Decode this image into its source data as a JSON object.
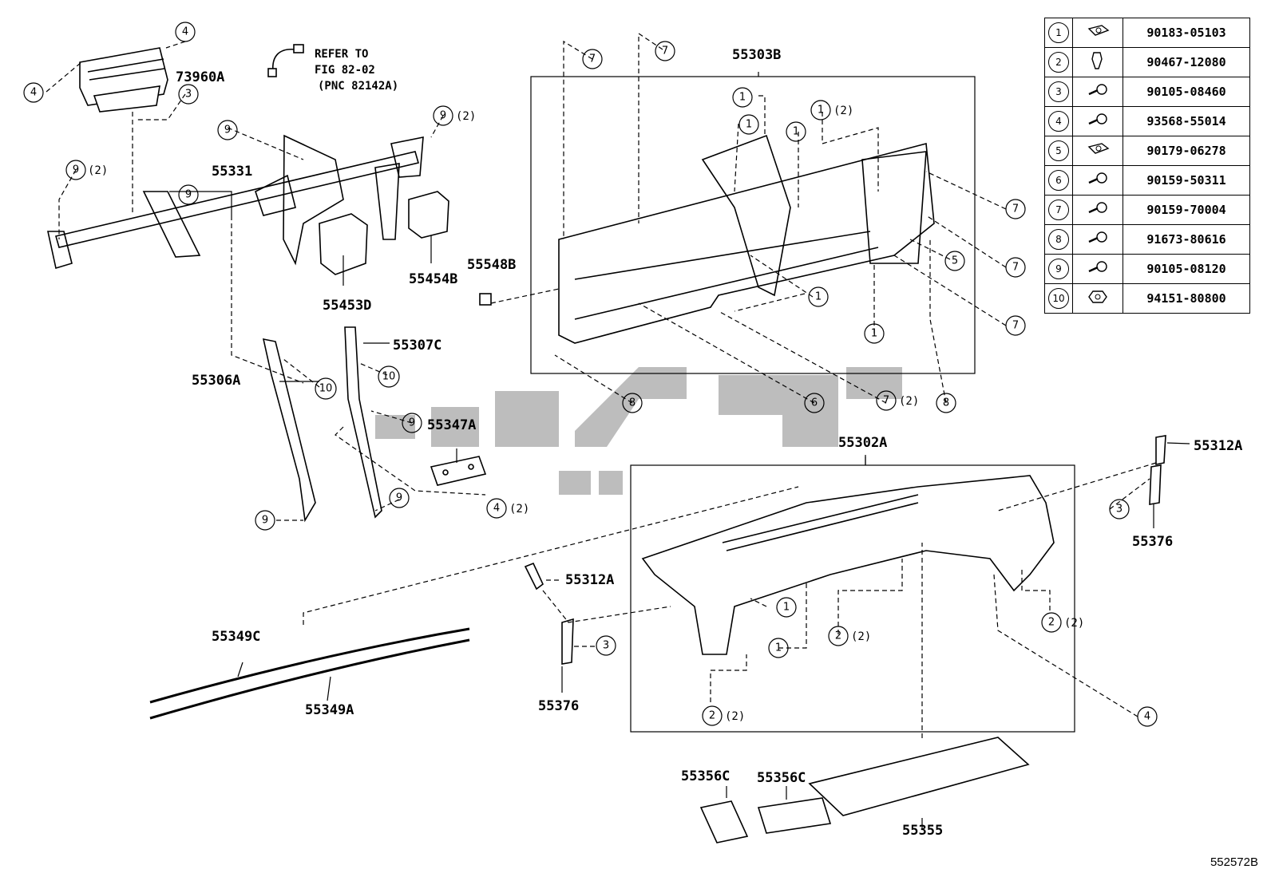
{
  "labels": {
    "l73960A": "73960A",
    "l55331": "55331",
    "l55453D": "55453D",
    "l55454B": "55454B",
    "l55548B": "55548B",
    "l55303B": "55303B",
    "l55306A": "55306A",
    "l55307C": "55307C",
    "l55347A": "55347A",
    "l55302A": "55302A",
    "l55312A_left": "55312A",
    "l55312A_right": "55312A",
    "l55376_left": "55376",
    "l55376_right": "55376",
    "l55349C": "55349C",
    "l55349A": "55349A",
    "l55356C_a": "55356C",
    "l55356C_b": "55356C",
    "l55355": "55355"
  },
  "refer": {
    "line1": "REFER TO",
    "line2": "FIG 82-02",
    "line3": "(PNC 82142A)"
  },
  "qty": "(2)",
  "legend": [
    {
      "num": "1",
      "icon": "clip-nut-icon",
      "part": "90183-05103"
    },
    {
      "num": "2",
      "icon": "clip-icon",
      "part": "90467-12080"
    },
    {
      "num": "3",
      "icon": "screw-icon",
      "part": "90105-08460"
    },
    {
      "num": "4",
      "icon": "screw-icon",
      "part": "93568-55014"
    },
    {
      "num": "5",
      "icon": "clip-nut-icon",
      "part": "90179-06278"
    },
    {
      "num": "6",
      "icon": "screw-icon",
      "part": "90159-50311"
    },
    {
      "num": "7",
      "icon": "screw-icon",
      "part": "90159-70004"
    },
    {
      "num": "8",
      "icon": "screw-icon",
      "part": "91673-80616"
    },
    {
      "num": "9",
      "icon": "screw-icon",
      "part": "90105-08120"
    },
    {
      "num": "10",
      "icon": "nut-icon",
      "part": "94151-80800"
    }
  ],
  "callouts": {
    "n1": "1",
    "n2": "2",
    "n3": "3",
    "n4": "4",
    "n5": "5",
    "n6": "6",
    "n7": "7",
    "n8": "8",
    "n9": "9",
    "n10": "10"
  },
  "diagram_code": "552572B"
}
